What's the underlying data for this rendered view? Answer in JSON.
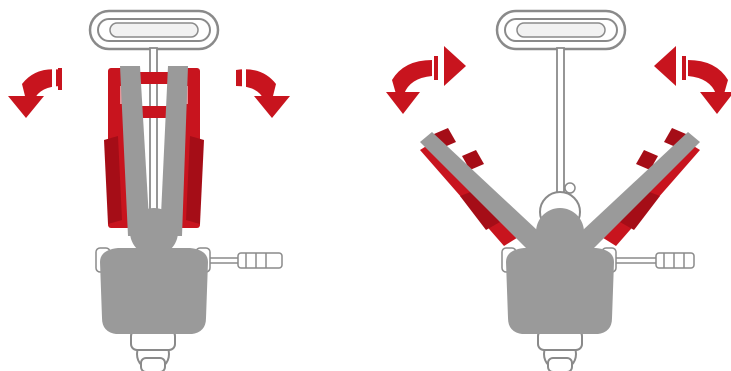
{
  "figures": [
    {
      "id": "closed",
      "pose": "arms-together",
      "arrows": [
        "curved-arrow-down-left",
        "curved-arrow-down-right"
      ]
    },
    {
      "id": "open",
      "pose": "arms-spread",
      "arrows": [
        "curved-arrow-up-right",
        "curved-arrow-up-left"
      ]
    }
  ],
  "colors": {
    "machine_red": "#c8141e",
    "machine_red_dark": "#a50d17",
    "body_gray": "#9a9a9a",
    "frame_outline": "#8a8a8a",
    "frame_fill": "#ffffff",
    "arrow_red": "#c8141e"
  }
}
